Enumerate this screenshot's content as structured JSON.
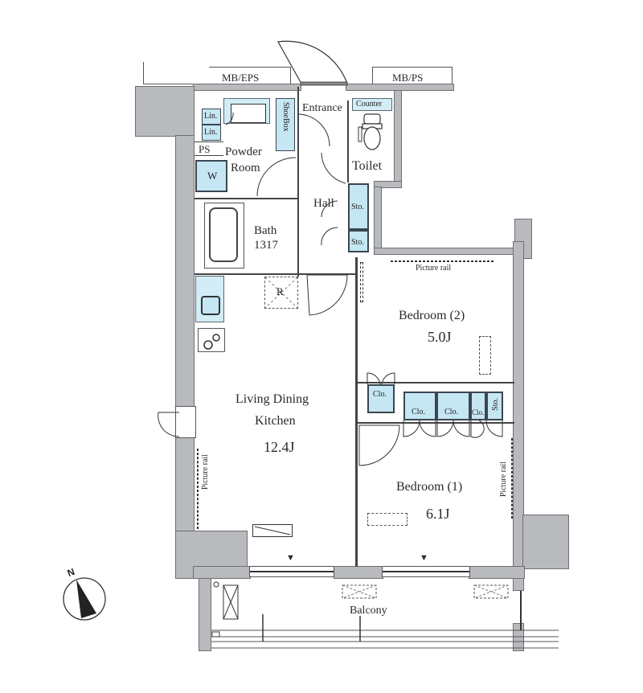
{
  "floor_plan": {
    "colors": {
      "wall": "#b9babd",
      "wall_outline": "#6e6f72",
      "fixture_fill": "#c5e6f3",
      "line": "#444444",
      "background": "#ffffff"
    },
    "shafts": {
      "mb_eps": "MB/EPS",
      "mb_ps": "MB/PS",
      "ps": "PS"
    },
    "rooms": {
      "entrance": "Entrance",
      "toilet": "Toilet",
      "powder_room_line1": "Powder",
      "powder_room_line2": "Room",
      "hall": "Hall",
      "bath_line1": "Bath",
      "bath_line2": "1317",
      "ldk_line1": "Living Dining",
      "ldk_line2": "Kitchen",
      "ldk_area": "12.4J",
      "bedroom2": "Bedroom (2)",
      "bedroom2_area": "5.0J",
      "bedroom1": "Bedroom (1)",
      "bedroom1_area": "6.1J",
      "balcony": "Balcony"
    },
    "fixtures": {
      "linen1": "Lin.",
      "linen2": "Lin.",
      "shoebox": "ShoeBox",
      "counter": "Counter",
      "washer": "W",
      "storage1": "Sto.",
      "storage2": "Sto.",
      "refrigerator": "R",
      "closet_b2": "Clo.",
      "closet_b1_a": "Clo.",
      "closet_b1_b": "Clo.",
      "closet_b1_c": "Clo.",
      "storage_b1": "Sto."
    },
    "annotations": {
      "picture_rail_b2": "Picture rail",
      "picture_rail_ldk": "Picture rail",
      "picture_rail_b1": "Picture rail"
    },
    "compass": {
      "label": "N"
    }
  }
}
